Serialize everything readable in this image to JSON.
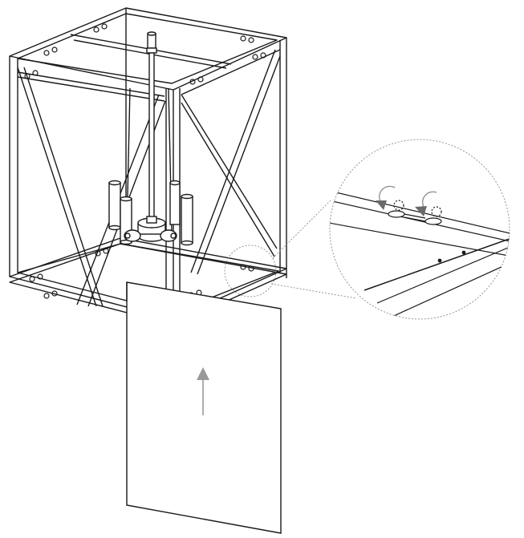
{
  "diagram": {
    "kind": "assembly-instruction",
    "subject": "square-frame-chandelier",
    "step": "insert-bottom-panel-and-rotate-clips",
    "colors": {
      "line": "#1a1a1a",
      "arrow": "#9a9a9a",
      "callout_dash": "#8a8a8a",
      "background": "#ffffff"
    },
    "icons": [
      "up-arrow-icon",
      "rotate-arrow-icon",
      "rotate-arrow-icon"
    ]
  }
}
